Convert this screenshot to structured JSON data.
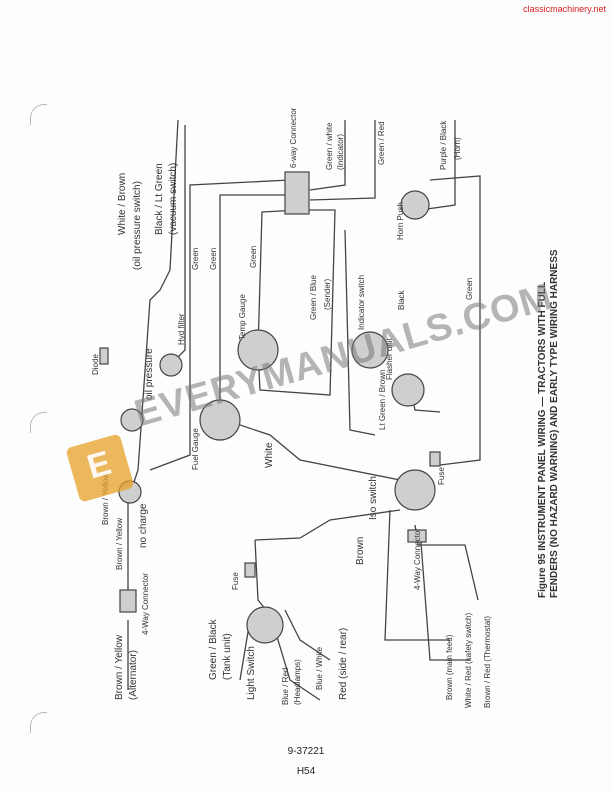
{
  "header": {
    "site": "classicmachinery.net"
  },
  "watermark": {
    "text": "EVERYMANUALS.COM",
    "logo_letter": "E"
  },
  "labels": {
    "white_brown": "White / Brown",
    "oil_pressure_switch": "(oil pressure switch)",
    "black_ltgreen": "Black / Lt Green",
    "vacuum_switch": "(vacuum switch)",
    "connector_6way": "6-way Connector",
    "green_white": "Green / white",
    "indicator": "(Indicator)",
    "green_red": "Green / Red",
    "purple_black": "Purple / Black",
    "horn": "(Horn)",
    "diode": "Diode",
    "oil_pressure": "oil pressure",
    "hyd_filter": "Hyd filter",
    "green1": "Green",
    "green2": "Green",
    "green3": "Green",
    "green4": "Green",
    "temp_gauge": "Temp Gauge",
    "green_blue": "Green / Blue",
    "sender": "(Sender)",
    "indicator_switch": "Indicator switch",
    "black": "Black",
    "horn_push": "Horn Push",
    "lt_green_brown": "Lt Green / Brown",
    "flasher_unit": "Flasher unit",
    "fuel_gauge": "Fuel Gauge",
    "white": "White",
    "brown_yellow_top": "Brown / Yellow",
    "no_charge": "no charge",
    "brown_yellow_mid": "Brown / Yellow",
    "connector_4way_left": "4-Way Connector",
    "brown_yellow_left": "Brown / Yellow",
    "alternator": "(Alternator)",
    "green_black": "Green / Black",
    "tank_unit": "(Tank unit)",
    "fuse_left": "Fuse",
    "light_switch": "Light Switch",
    "blue_red": "Blue / Red",
    "headlamps": "(Headlamps)",
    "blue_white": "Blue / White",
    "red_side_rear": "Red (side / rear)",
    "fuse_right": "Fuse",
    "iso_switch": "Iso switch",
    "brown": "Brown",
    "connector_4way_bottom": "4-Way Connector",
    "brown_main_feed": "Brown (main feed)",
    "white_red_safety": "White / Red (safety switch)",
    "brown_red_thermostat": "Brown / Red (Thermostat)"
  },
  "caption": {
    "line1": "Figure 95   INSTRUMENT PANEL WIRING — TRACTORS WITH FULL",
    "line2": "FENDERS (NO HAZARD WARNING) AND EARLY TYPE WIRING HARNESS"
  },
  "footer": {
    "part_no": "9-37221",
    "page": "H54"
  }
}
